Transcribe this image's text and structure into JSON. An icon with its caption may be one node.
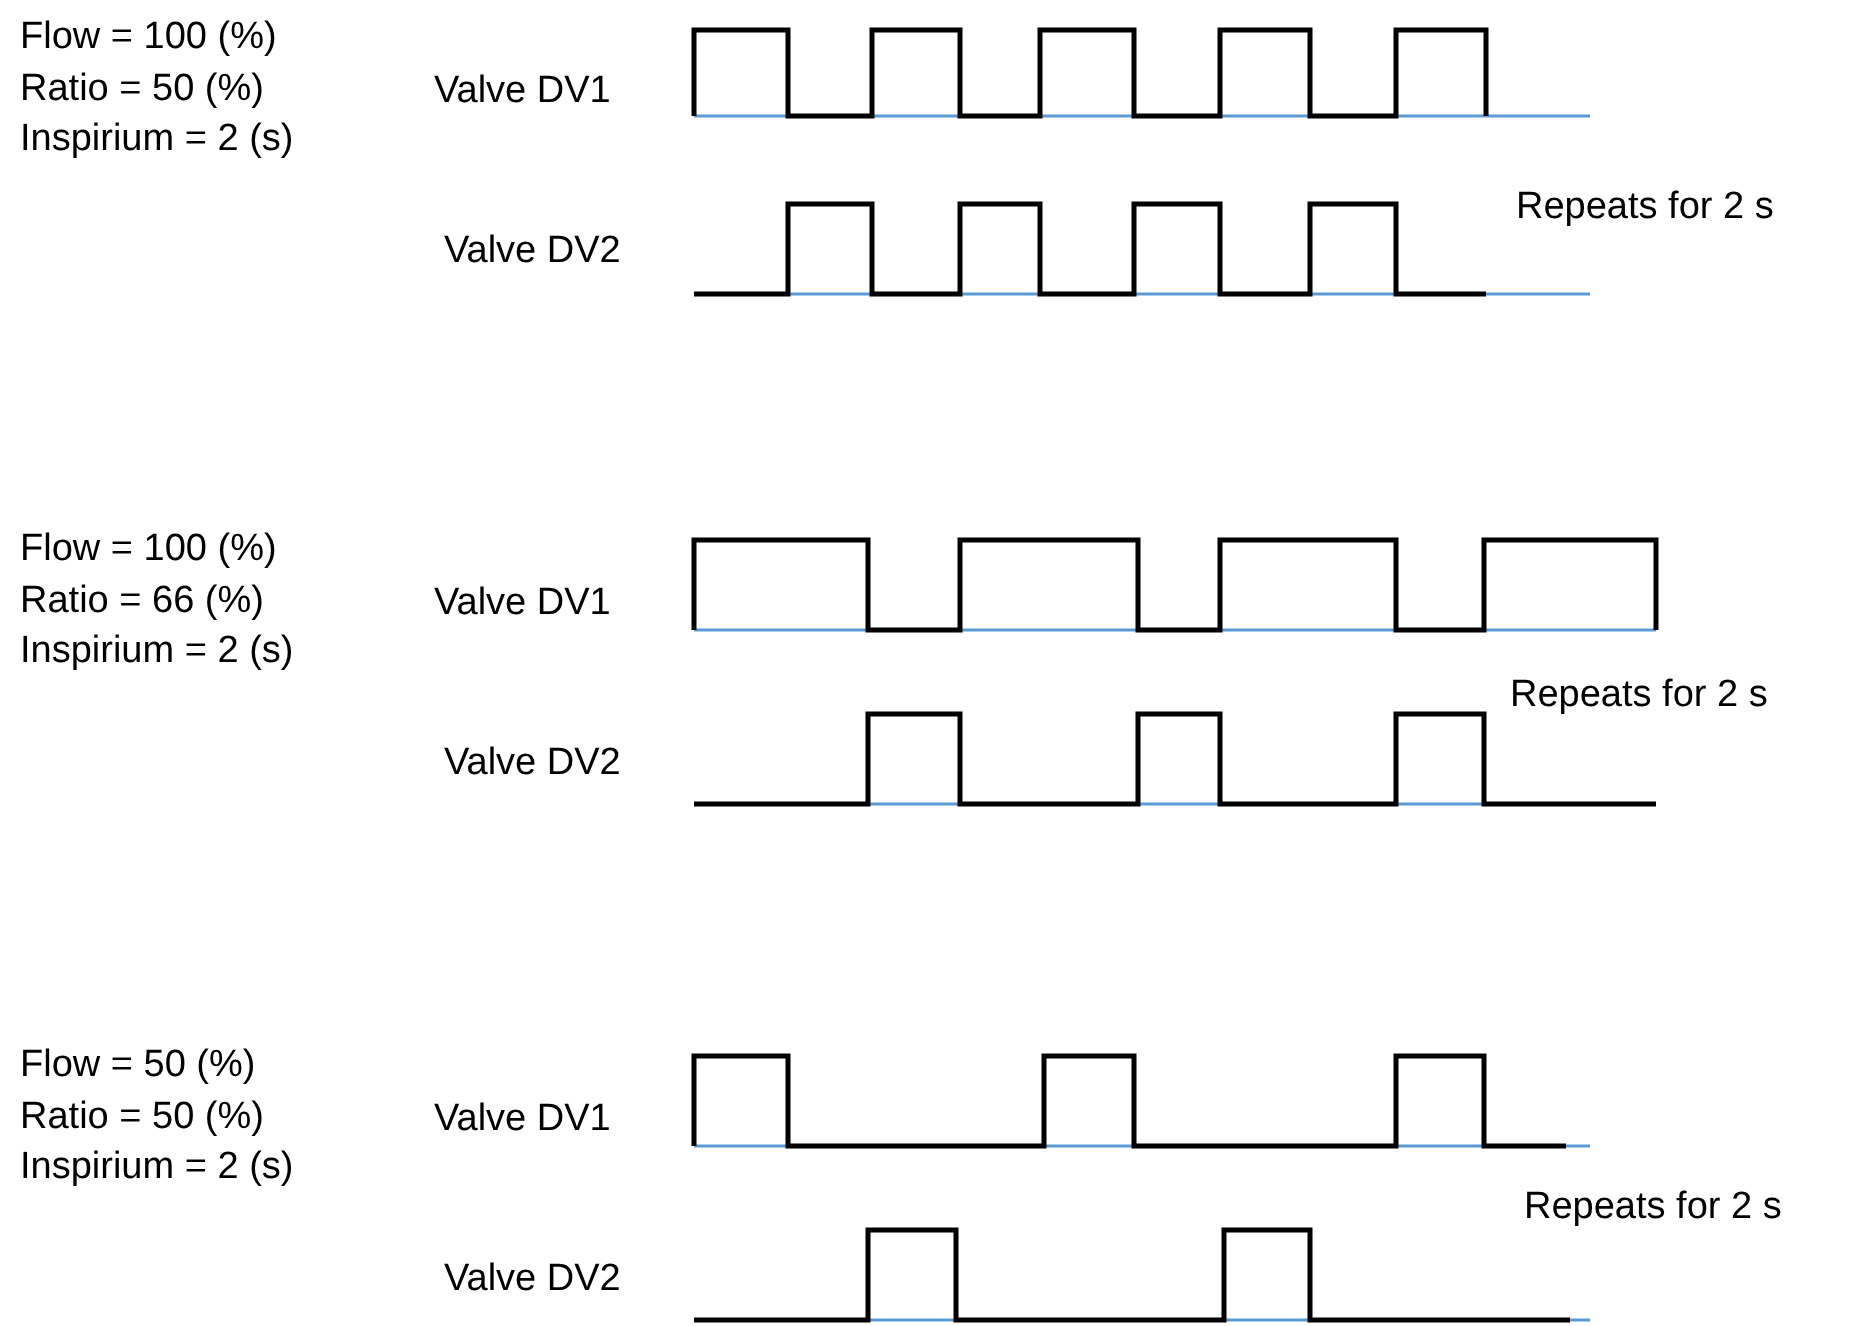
{
  "diagram": {
    "labels": [
      "Flow = 100 (%)",
      "Ratio = 50 (%)",
      "Inspirium = 2 (s)",
      "Valve DV1",
      "Repeats for 2 s",
      "Valve DV2",
      "Flow = 100 (%)",
      "Ratio = 66 (%)",
      "Inspirium = 2 (s)",
      "Valve DV1",
      "Repeats for 2 s",
      "Valve DV2",
      "Flow = 50 (%)",
      "Ratio = 50 (%)",
      "Inspirium = 2 (s)",
      "Valve DV1",
      "Repeats for 2 s",
      "Valve DV2"
    ]
  }
}
